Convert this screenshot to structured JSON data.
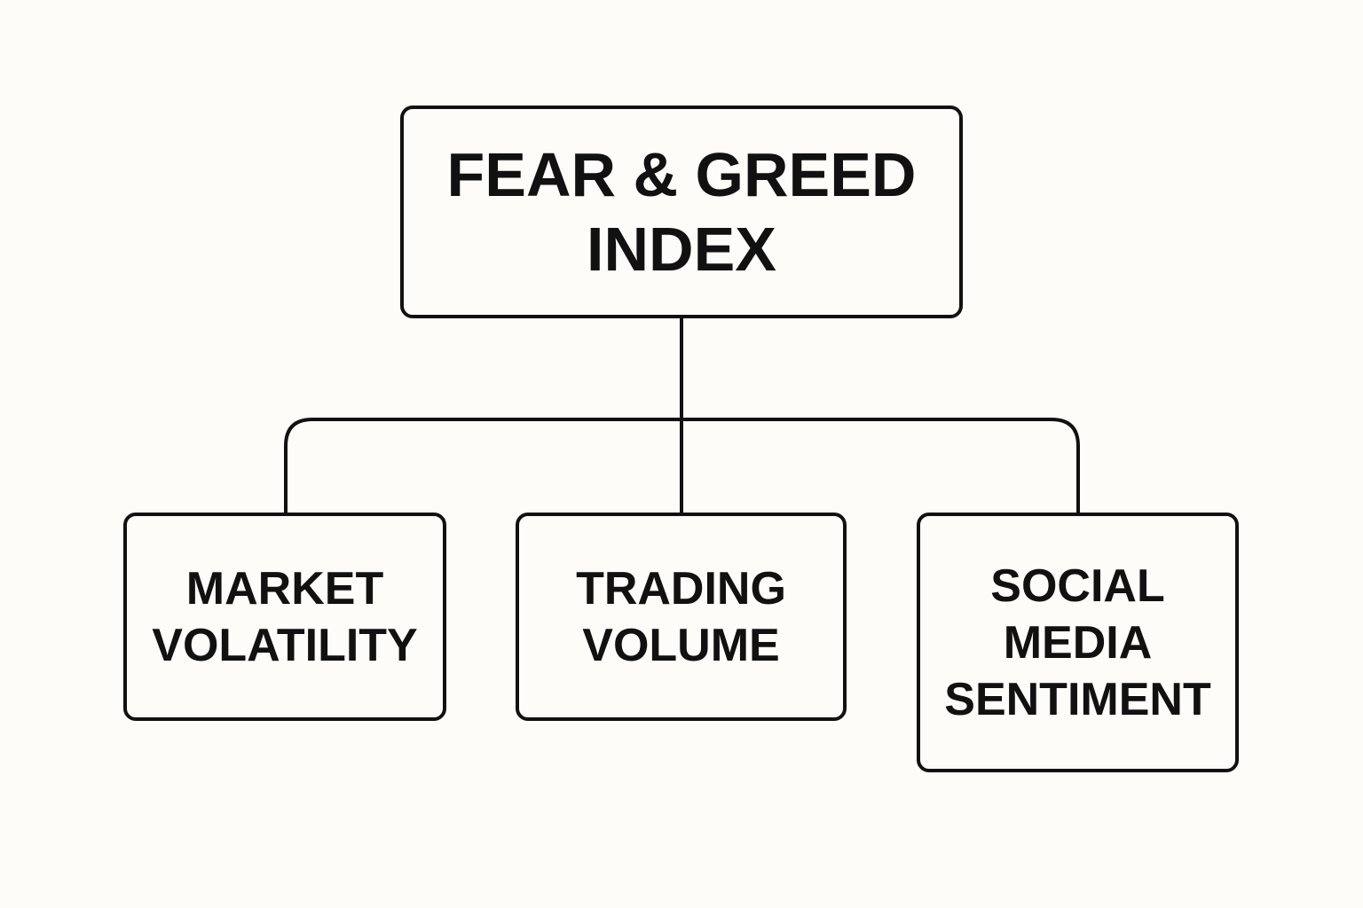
{
  "root": {
    "lines": [
      "FEAR & GREED",
      "INDEX"
    ]
  },
  "children": [
    {
      "lines": [
        "MARKET",
        "VOLATILITY"
      ]
    },
    {
      "lines": [
        "TRADING",
        "VOLUME"
      ]
    },
    {
      "lines": [
        "SOCIAL",
        "MEDIA",
        "SENTIMENT"
      ]
    }
  ],
  "colors": {
    "background": "#fdfcf8",
    "stroke": "#111111",
    "text": "#111111"
  }
}
